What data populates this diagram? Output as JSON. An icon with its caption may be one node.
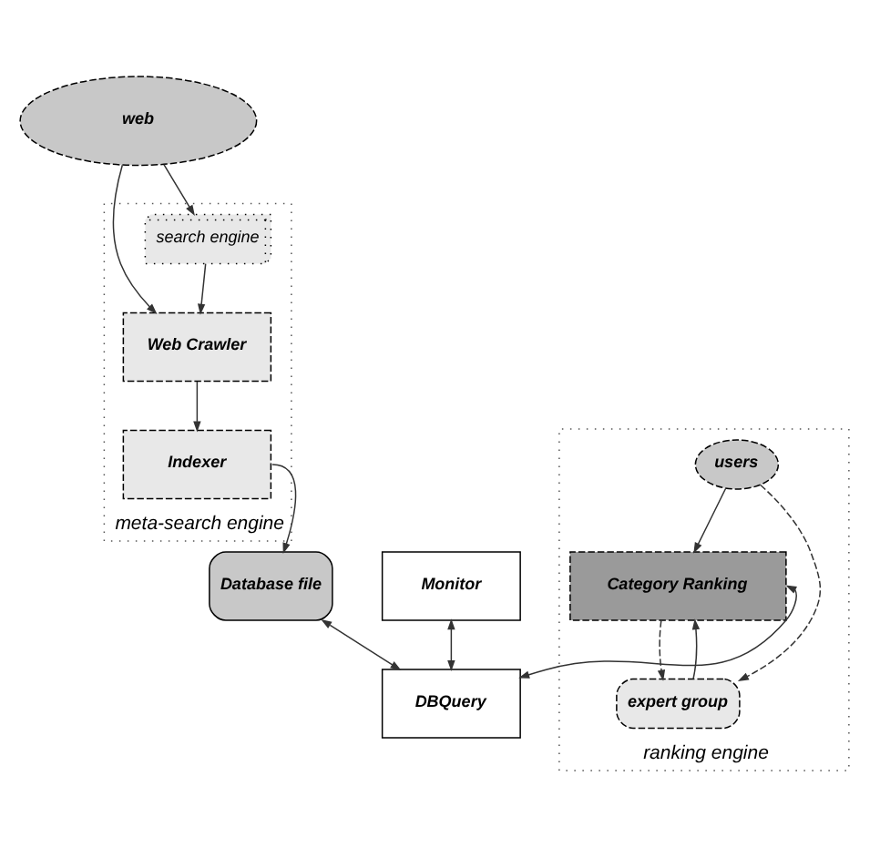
{
  "diagram": {
    "nodes": [
      {
        "text": [
          "web"
        ]
      },
      {
        "text": [
          "meta-search engine"
        ]
      },
      {
        "text": [
          "Web Crawler"
        ],
        "in": 1
      },
      {
        "text": [
          "search engine"
        ],
        "in": 1
      },
      {
        "text": [
          "Indexer"
        ],
        "in": 1
      },
      {
        "text": [
          "Database file"
        ]
      },
      {
        "text": [
          "Monitor"
        ]
      },
      {
        "text": [
          "DBQuery"
        ]
      },
      {
        "text": [
          "ranking engine"
        ]
      },
      {
        "text": [
          "Category Ranking"
        ],
        "in": 8
      },
      {
        "text": [
          "users"
        ],
        "in": 8
      },
      {
        "text": [
          "expert group"
        ],
        "in": 8
      }
    ],
    "edges": [
      {
        "from": 0,
        "to": 2,
        "arrow": "to"
      },
      {
        "from": 0,
        "to": 3,
        "arrow": "to"
      },
      {
        "from": 3,
        "to": 2,
        "arrow": "to"
      },
      {
        "from": 2,
        "to": 4,
        "arrow": "to"
      },
      {
        "from": 4,
        "to": 5,
        "arrow": "to"
      },
      {
        "from": 5,
        "to": 7,
        "arrow": "both"
      },
      {
        "from": 6,
        "to": 7,
        "arrow": "both"
      },
      {
        "from": 9,
        "to": 7,
        "arrow": "both"
      },
      {
        "from": 10,
        "to": 9,
        "arrow": "to"
      },
      {
        "from": 10,
        "to": 11,
        "arrow": "to",
        "style": "dashed"
      },
      {
        "from": 9,
        "to": 11,
        "arrow": "to",
        "style": "dashed"
      },
      {
        "from": 11,
        "to": 9,
        "arrow": "to"
      }
    ]
  }
}
